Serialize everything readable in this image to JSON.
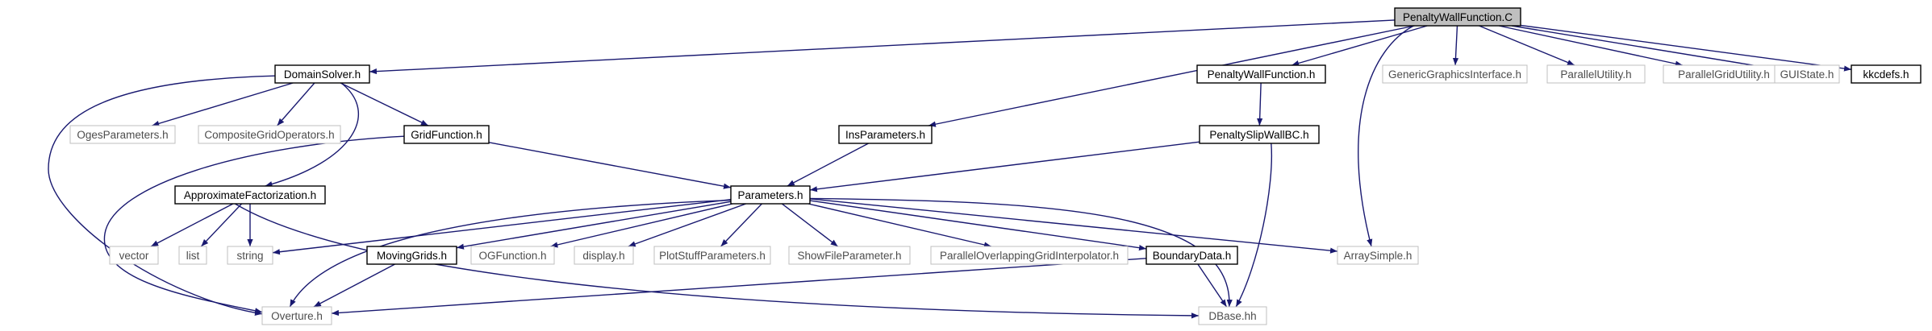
{
  "colors": {
    "edge": "#191970",
    "box_dark": "#000000",
    "box_light": "#bfbfbf",
    "root_fill": "#bfbfbf",
    "text_dark": "#000000",
    "text_light": "#4d4d4d"
  },
  "nodes": [
    {
      "id": "root",
      "label": "PenaltyWallFunction.C",
      "style": "root"
    },
    {
      "id": "domainsolver",
      "label": "DomainSolver.h",
      "style": "dark"
    },
    {
      "id": "pwf_h",
      "label": "PenaltyWallFunction.h",
      "style": "dark"
    },
    {
      "id": "genericgfx",
      "label": "GenericGraphicsInterface.h",
      "style": "light"
    },
    {
      "id": "parallelutil",
      "label": "ParallelUtility.h",
      "style": "light"
    },
    {
      "id": "parallelgridutil",
      "label": "ParallelGridUtility.h",
      "style": "light"
    },
    {
      "id": "guistate",
      "label": "GUIState.h",
      "style": "light"
    },
    {
      "id": "kkcdefs",
      "label": "kkcdefs.h",
      "style": "dark"
    },
    {
      "id": "ogesparams",
      "label": "OgesParameters.h",
      "style": "light"
    },
    {
      "id": "cgops",
      "label": "CompositeGridOperators.h",
      "style": "light"
    },
    {
      "id": "gridfunction",
      "label": "GridFunction.h",
      "style": "dark"
    },
    {
      "id": "insparams",
      "label": "InsParameters.h",
      "style": "dark"
    },
    {
      "id": "penaltyslip",
      "label": "PenaltySlipWallBC.h",
      "style": "dark"
    },
    {
      "id": "approxfact",
      "label": "ApproximateFactorization.h",
      "style": "dark"
    },
    {
      "id": "parameters",
      "label": "Parameters.h",
      "style": "dark"
    },
    {
      "id": "vector",
      "label": "vector",
      "style": "light"
    },
    {
      "id": "list",
      "label": "list",
      "style": "light"
    },
    {
      "id": "string",
      "label": "string",
      "style": "light"
    },
    {
      "id": "movinggrids",
      "label": "MovingGrids.h",
      "style": "dark"
    },
    {
      "id": "ogfunction",
      "label": "OGFunction.h",
      "style": "light"
    },
    {
      "id": "display",
      "label": "display.h",
      "style": "light"
    },
    {
      "id": "plotstuff",
      "label": "PlotStuffParameters.h",
      "style": "light"
    },
    {
      "id": "showfile",
      "label": "ShowFileParameter.h",
      "style": "light"
    },
    {
      "id": "pogi",
      "label": "ParallelOverlappingGridInterpolator.h",
      "style": "light"
    },
    {
      "id": "boundarydata",
      "label": "BoundaryData.h",
      "style": "dark"
    },
    {
      "id": "arraysimple",
      "label": "ArraySimple.h",
      "style": "light"
    },
    {
      "id": "overture",
      "label": "Overture.h",
      "style": "light"
    },
    {
      "id": "dbase",
      "label": "DBase.hh",
      "style": "light"
    }
  ],
  "edges": [
    [
      "root",
      "domainsolver"
    ],
    [
      "root",
      "pwf_h"
    ],
    [
      "root",
      "genericgfx"
    ],
    [
      "root",
      "parallelutil"
    ],
    [
      "root",
      "parallelgridutil"
    ],
    [
      "root",
      "guistate"
    ],
    [
      "root",
      "kkcdefs"
    ],
    [
      "root",
      "insparams"
    ],
    [
      "root",
      "arraysimple"
    ],
    [
      "domainsolver",
      "ogesparams"
    ],
    [
      "domainsolver",
      "cgops"
    ],
    [
      "domainsolver",
      "gridfunction"
    ],
    [
      "domainsolver",
      "approxfact"
    ],
    [
      "domainsolver",
      "overture"
    ],
    [
      "pwf_h",
      "penaltyslip"
    ],
    [
      "gridfunction",
      "parameters"
    ],
    [
      "gridfunction",
      "overture"
    ],
    [
      "insparams",
      "parameters"
    ],
    [
      "penaltyslip",
      "parameters"
    ],
    [
      "penaltyslip",
      "dbase"
    ],
    [
      "approxfact",
      "vector"
    ],
    [
      "approxfact",
      "list"
    ],
    [
      "approxfact",
      "string"
    ],
    [
      "approxfact",
      "dbase"
    ],
    [
      "parameters",
      "string"
    ],
    [
      "parameters",
      "movinggrids"
    ],
    [
      "parameters",
      "ogfunction"
    ],
    [
      "parameters",
      "display"
    ],
    [
      "parameters",
      "plotstuff"
    ],
    [
      "parameters",
      "showfile"
    ],
    [
      "parameters",
      "pogi"
    ],
    [
      "parameters",
      "boundarydata"
    ],
    [
      "parameters",
      "arraysimple"
    ],
    [
      "parameters",
      "overture"
    ],
    [
      "parameters",
      "dbase"
    ],
    [
      "movinggrids",
      "overture"
    ],
    [
      "boundarydata",
      "overture"
    ],
    [
      "boundarydata",
      "dbase"
    ]
  ]
}
